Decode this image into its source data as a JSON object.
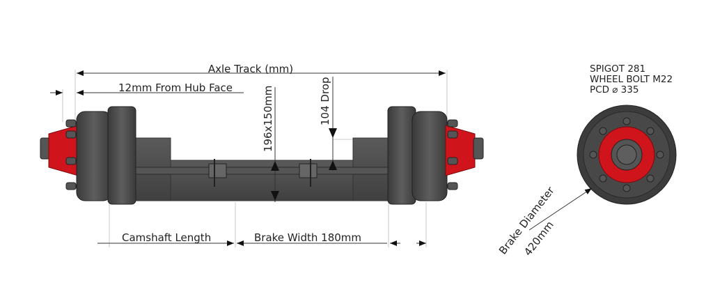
{
  "labels": {
    "axle_track": "Axle Track (mm)",
    "hub_face": "12mm From Hub Face",
    "beam_size": "196x150mm",
    "drop": "104 Drop",
    "camshaft_length": "Camshaft Length",
    "brake_width": "Brake Width 180mm",
    "brake_diameter_line1": "Brake Diameter",
    "brake_diameter_line2": "420mm"
  },
  "specs": {
    "spigot": "SPIGOT 281",
    "wheel_bolt": "WHEEL BOLT M22",
    "pcd": "PCD ⌀ 335"
  },
  "colors": {
    "drum": "#4a4a4a",
    "hub": "#d0141b",
    "beam": "#505050"
  }
}
